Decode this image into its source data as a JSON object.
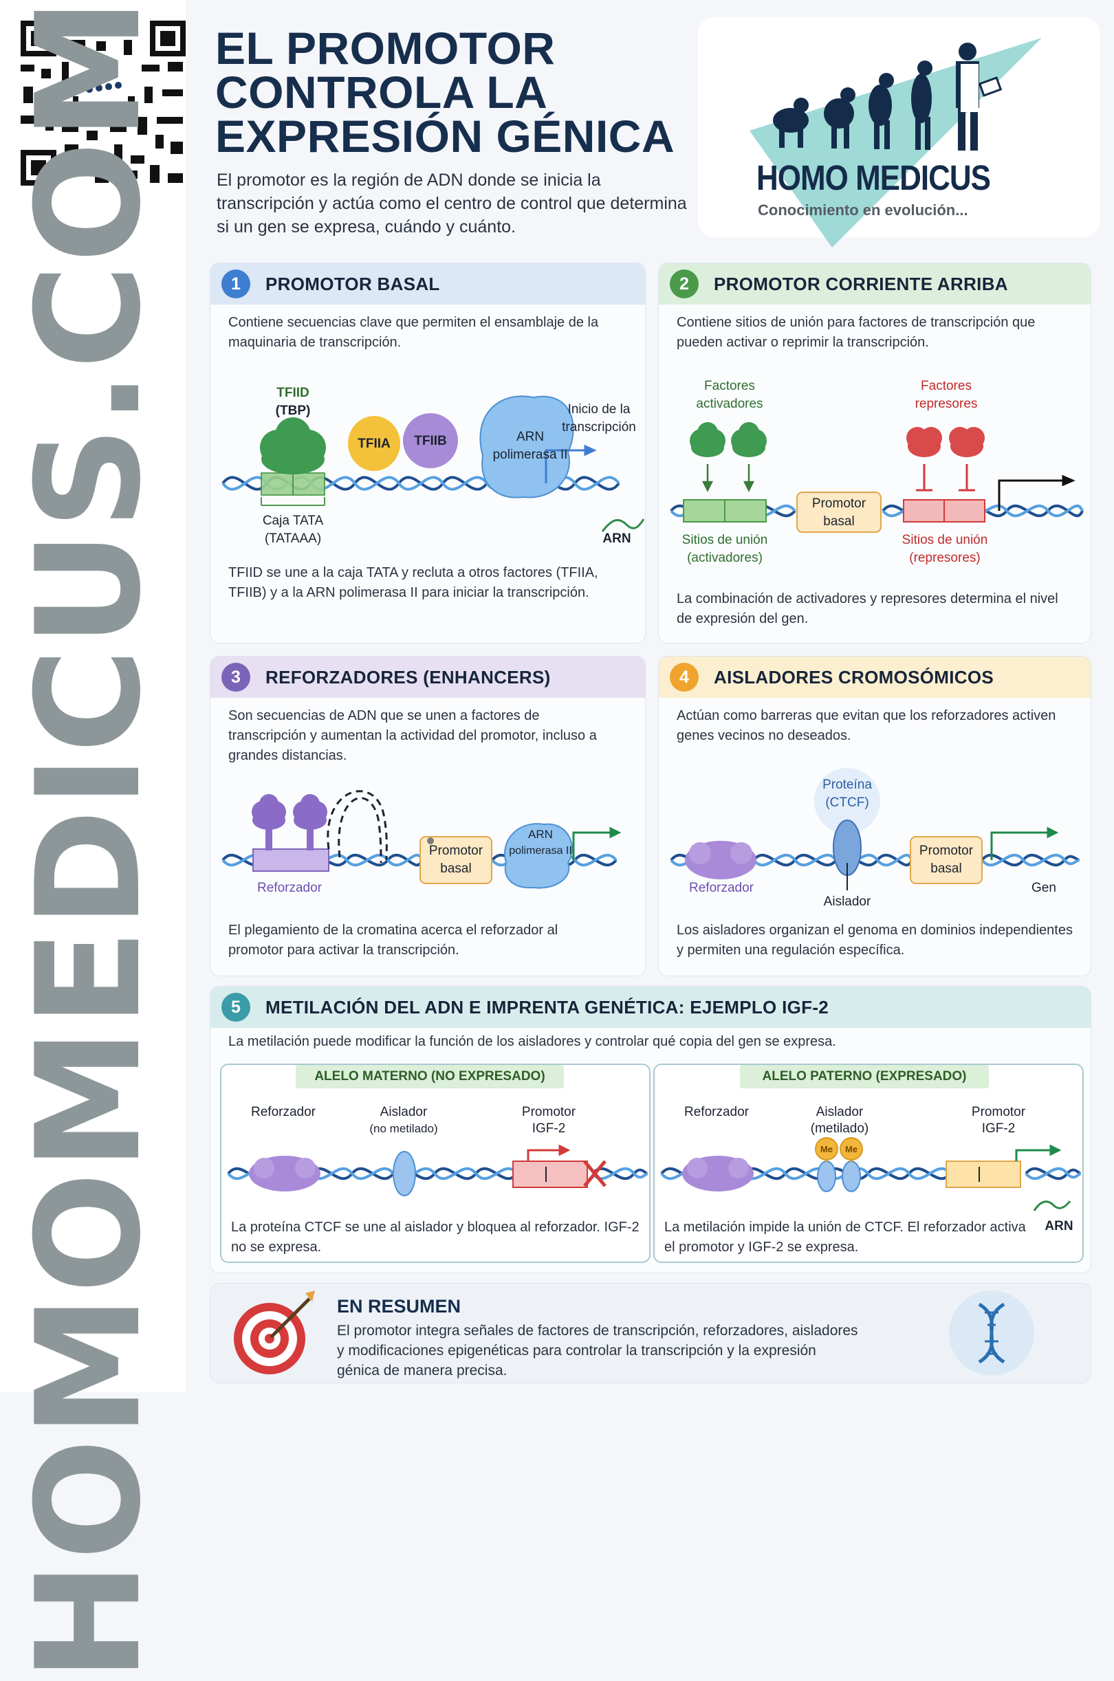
{
  "watermark": "HOMOMEDICUS.COM",
  "title_lines": [
    "EL PROMOTOR",
    "CONTROLA LA",
    "EXPRESIÓN GÉNICA"
  ],
  "intro": "El promotor es la región de ADN donde se inicia la transcripción y actúa como el centro de control que determina si un gen se expresa, cuándo y cuánto.",
  "logo": {
    "name": "HOMO MEDICUS",
    "tagline": "Conocimiento en evolución..."
  },
  "colors": {
    "blue": "#3e7ed0",
    "green": "#4a9a4a",
    "purple": "#7a64b8",
    "orange": "#f0a42e",
    "teal": "#3a9ca8",
    "red": "#d23a3a"
  },
  "sections": {
    "s1": {
      "num": "1",
      "title": "PROMOTOR BASAL",
      "desc": "Contiene secuencias clave que permiten el ensamblaje de la maquinaria de transcripción.",
      "labels": {
        "tfiid": "TFIID",
        "tbp": "(TBP)",
        "tfiia": "TFIIA",
        "tfiib": "TFIIB",
        "arn_pol_1": "ARN",
        "arn_pol_2": "polimerasa II",
        "inicio_1": "Inicio de la",
        "inicio_2": "transcripción",
        "caja": "Caja TATA",
        "tataaa": "(TATAAA)",
        "arn": "ARN"
      },
      "footer": "TFIID se une a la caja TATA y recluta a otros factores (TFIIA, TFIIB) y a la ARN polimerasa II para iniciar la transcripción."
    },
    "s2": {
      "num": "2",
      "title": "PROMOTOR CORRIENTE ARRIBA",
      "desc": "Contiene sitios de unión para factores de transcripción que pueden activar o reprimir la transcripción.",
      "labels": {
        "fa_1": "Factores",
        "fa_2": "activadores",
        "fr_1": "Factores",
        "fr_2": "represores",
        "pb_1": "Promotor",
        "pb_2": "basal",
        "sa_1": "Sitios de unión",
        "sa_2": "(activadores)",
        "sr_1": "Sitios de unión",
        "sr_2": "(represores)"
      },
      "footer": "La combinación de activadores y represores determina el nivel de expresión del gen."
    },
    "s3": {
      "num": "3",
      "title": "REFORZADORES (ENHANCERS)",
      "desc": "Son secuencias de ADN que se unen a factores de transcripción y aumentan la actividad del promotor, incluso a grandes distancias.",
      "labels": {
        "ref": "Reforzador",
        "pb_1": "Promotor",
        "pb_2": "basal",
        "arn_pol_1": "ARN",
        "arn_pol_2": "polimerasa II"
      },
      "footer": "El plegamiento de la cromatina acerca el reforzador al promotor para activar la transcripción."
    },
    "s4": {
      "num": "4",
      "title": "AISLADORES CROMOSÓMICOS",
      "desc": "Actúan como barreras que evitan que los reforzadores activen genes vecinos no deseados.",
      "labels": {
        "prot_1": "Proteína",
        "prot_2": "(CTCF)",
        "ref": "Reforzador",
        "aisl": "Aislador",
        "pb_1": "Promotor",
        "pb_2": "basal",
        "gen": "Gen"
      },
      "footer": "Los aisladores organizan el genoma en dominios independientes y permiten una regulación específica."
    },
    "s5": {
      "num": "5",
      "title": "METILACIÓN DEL ADN E IMPRENTA GENÉTICA: EJEMPLO IGF-2",
      "desc": "La metilación puede modificar la función de los aisladores y controlar qué copia del gen se expresa.",
      "maternal": {
        "pill": "ALELO MATERNO (NO EXPRESADO)",
        "ref": "Reforzador",
        "aisl_1": "Aislador",
        "aisl_2": "(no metilado)",
        "prom_1": "Promotor",
        "prom_2": "IGF-2",
        "footer": "La proteína CTCF se une al aislador y bloquea al reforzador. IGF-2 no se expresa."
      },
      "paternal": {
        "pill": "ALELO PATERNO (EXPRESADO)",
        "ref": "Reforzador",
        "aisl_1": "Aislador",
        "aisl_2": "(metilado)",
        "prom_1": "Promotor",
        "prom_2": "IGF-2",
        "me": "Me",
        "arn": "ARN",
        "footer": "La metilación impide la unión de CTCF. El reforzador activa el promotor y IGF-2 se expresa."
      }
    }
  },
  "summary": {
    "title": "EN RESUMEN",
    "text": "El promotor integra señales de factores de transcripción, reforzadores, aisladores y modificaciones epigenéticas para controlar la transcripción y la expresión génica de manera precisa."
  }
}
